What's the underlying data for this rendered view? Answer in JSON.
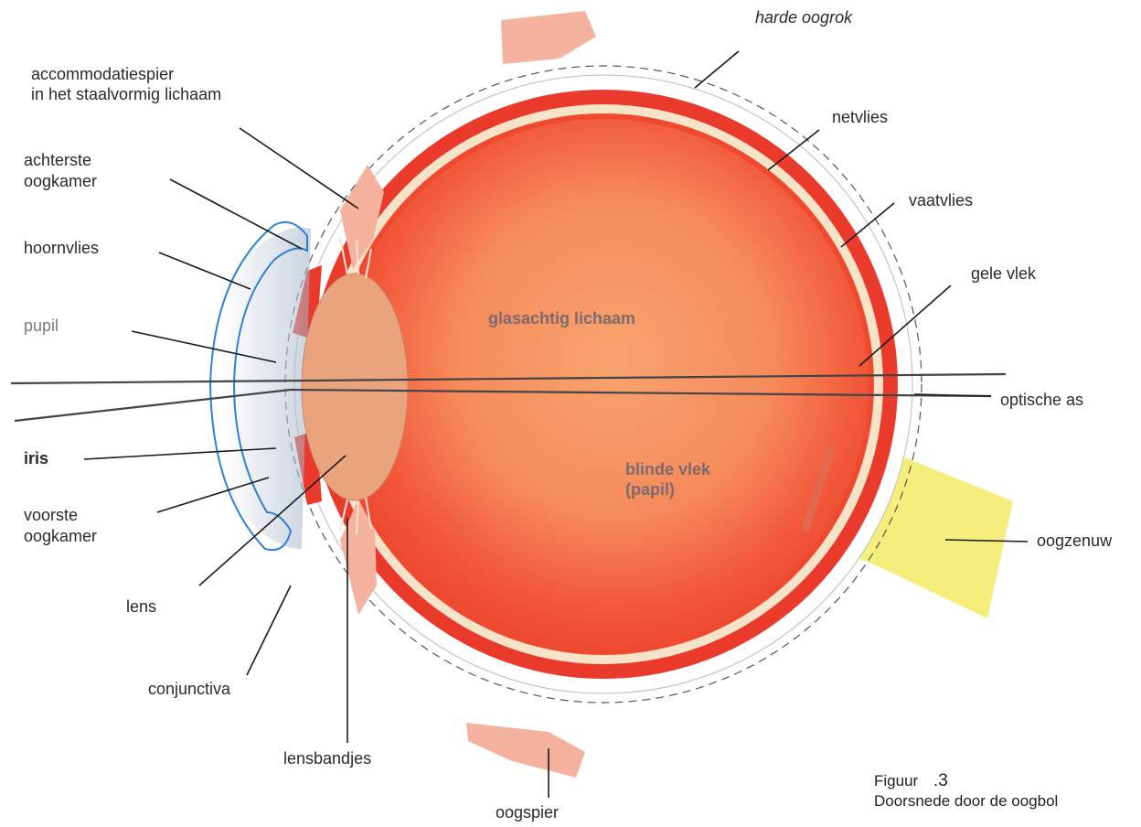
{
  "labels": {
    "harde_oogrok": "harde oogrok",
    "accommodatiespier_1": "accommodatiespier",
    "accommodatiespier_2": "in het staalvormig lichaam",
    "netvlies": "netvlies",
    "achterste_1": "achterste",
    "achterste_2": "oogkamer",
    "vaatvlies": "vaatvlies",
    "hoornvlies": "hoornvlies",
    "gele_vlek": "gele vlek",
    "pupil": "pupil",
    "glasachtig": "glasachtig lichaam",
    "optische_as": "optische as",
    "iris": "iris",
    "blinde_vlek_1": "blinde vlek",
    "blinde_vlek_2": "(papil)",
    "voorste_1": "voorste",
    "voorste_2": "oogkamer",
    "oogzenuw": "oogzenuw",
    "lens": "lens",
    "conjunctiva": "conjunctiva",
    "lensbandjes": "lensbandjes",
    "oogspier": "oogspier"
  },
  "caption": {
    "figuur": "Figuur",
    "number": ".3",
    "title": "Doorsnede door de oogbol"
  },
  "colors": {
    "vitreous": "#f2583a",
    "vitreous_light": "#f7a46e",
    "choroid": "#ea3a2c",
    "retina": "#f7e3c8",
    "sclera": "#ffffff",
    "lens": "#e9a47e",
    "optic_nerve": "#f6ee7c",
    "muscle": "#f4b29f",
    "cornea_outline": "#2f7fd8",
    "leader": "#1a1a1a"
  }
}
